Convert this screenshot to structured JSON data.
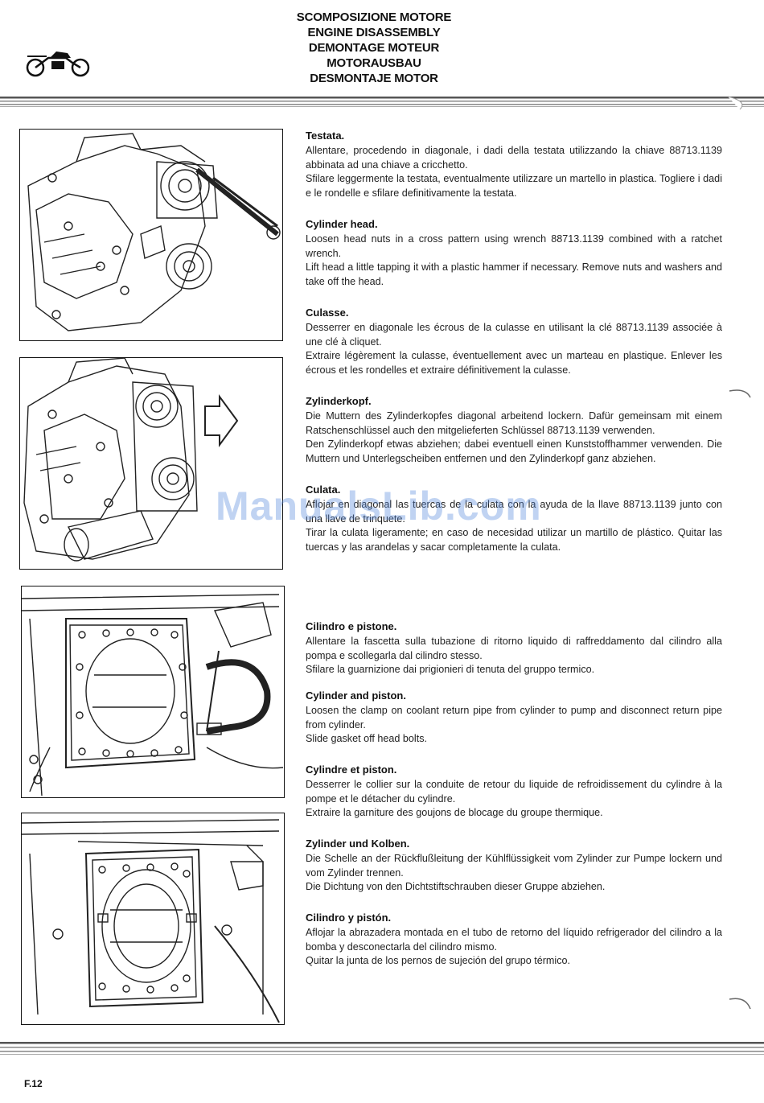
{
  "header": {
    "titles": [
      "SCOMPOSIZIONE MOTORE",
      "ENGINE DISASSEMBLY",
      "DEMONTAGE MOTEUR",
      "MOTORAUSBAU",
      "DESMONTAJE MOTOR"
    ]
  },
  "watermark": "ManualsLib.com",
  "sections": [
    {
      "title": "Testata.",
      "paragraphs": [
        "Allentare, procedendo in diagonale, i dadi della testata utilizzando la chiave 88713.1139 abbinata ad una chiave a cricchetto.",
        "Sfilare leggermente la testata, eventualmente utilizzare un martello in plastica. Togliere i dadi e le rondelle e sfilare definitivamente la testata."
      ]
    },
    {
      "title": "Cylinder head.",
      "paragraphs": [
        "Loosen head nuts in a cross pattern using wrench 88713.1139 combined with a ratchet wrench.",
        "Lift head a little tapping it with a plastic hammer if necessary. Remove nuts and washers and take off the head."
      ]
    },
    {
      "title": "Culasse.",
      "paragraphs": [
        "Desserrer en diagonale les écrous de la culasse en utilisant la clé 88713.1139 associée à une clé à cliquet.",
        "Extraire légèrement la culasse, éventuellement avec un marteau en plastique. Enlever les écrous et les rondelles et extraire définitivement la culasse."
      ]
    },
    {
      "title": "Zylinderkopf.",
      "paragraphs": [
        "Die Muttern des Zylinderkopfes diagonal arbeitend lockern. Dafür gemeinsam mit einem Ratschenschlüssel auch den mitgelieferten Schlüssel 88713.1139 verwenden.",
        "Den Zylinderkopf etwas abziehen; dabei eventuell einen Kunststoffhammer verwenden. Die Muttern und Unterlegscheiben entfernen und den Zylinderkopf ganz abziehen."
      ]
    },
    {
      "title": "Culata.",
      "paragraphs": [
        "Aflojar en diagonal las tuercas de la culata con la ayuda de la llave 88713.1139 junto con una llave de trinquete.",
        "Tirar la culata ligeramente; en caso de necesidad utilizar un martillo de plástico. Quitar las tuercas y las arandelas y sacar completamente la culata."
      ]
    },
    {
      "title": "Cilindro e pistone.",
      "paragraphs": [
        "Allentare la fascetta sulla tubazione di ritorno liquido di raffreddamento dal cilindro alla pompa e scollegarla dal cilindro stesso.",
        "Sfilare la guarnizione dai prigionieri di tenuta del gruppo termico."
      ]
    },
    {
      "title": "Cylinder and piston.",
      "paragraphs": [
        "Loosen the clamp on coolant return pipe from cylinder to pump and disconnect return pipe from cylinder.",
        "Slide gasket off head bolts."
      ]
    },
    {
      "title": "Cylindre et piston.",
      "paragraphs": [
        "Desserrer le collier sur la conduite de retour du liquide de refroidissement du cylindre à la pompe et le détacher du cylindre.",
        "Extraire la garniture des goujons de blocage du groupe thermique."
      ]
    },
    {
      "title": "Zylinder und Kolben.",
      "paragraphs": [
        "Die Schelle an der Rückflußleitung der Kühlflüssigkeit vom Zylinder zur Pumpe lockern und vom Zylinder trennen.",
        "Die Dichtung von den Dichtstiftschrauben dieser Gruppe abziehen."
      ]
    },
    {
      "title": "Cilindro y pistón.",
      "paragraphs": [
        "Aflojar la abrazadera montada en el tubo de retorno del líquido refrigerador del cilindro a la bomba y desconectarla del cilindro mismo.",
        "Quitar la junta de los pernos de sujeción del grupo térmico."
      ]
    }
  ],
  "footer": {
    "page_number": "F.12"
  }
}
